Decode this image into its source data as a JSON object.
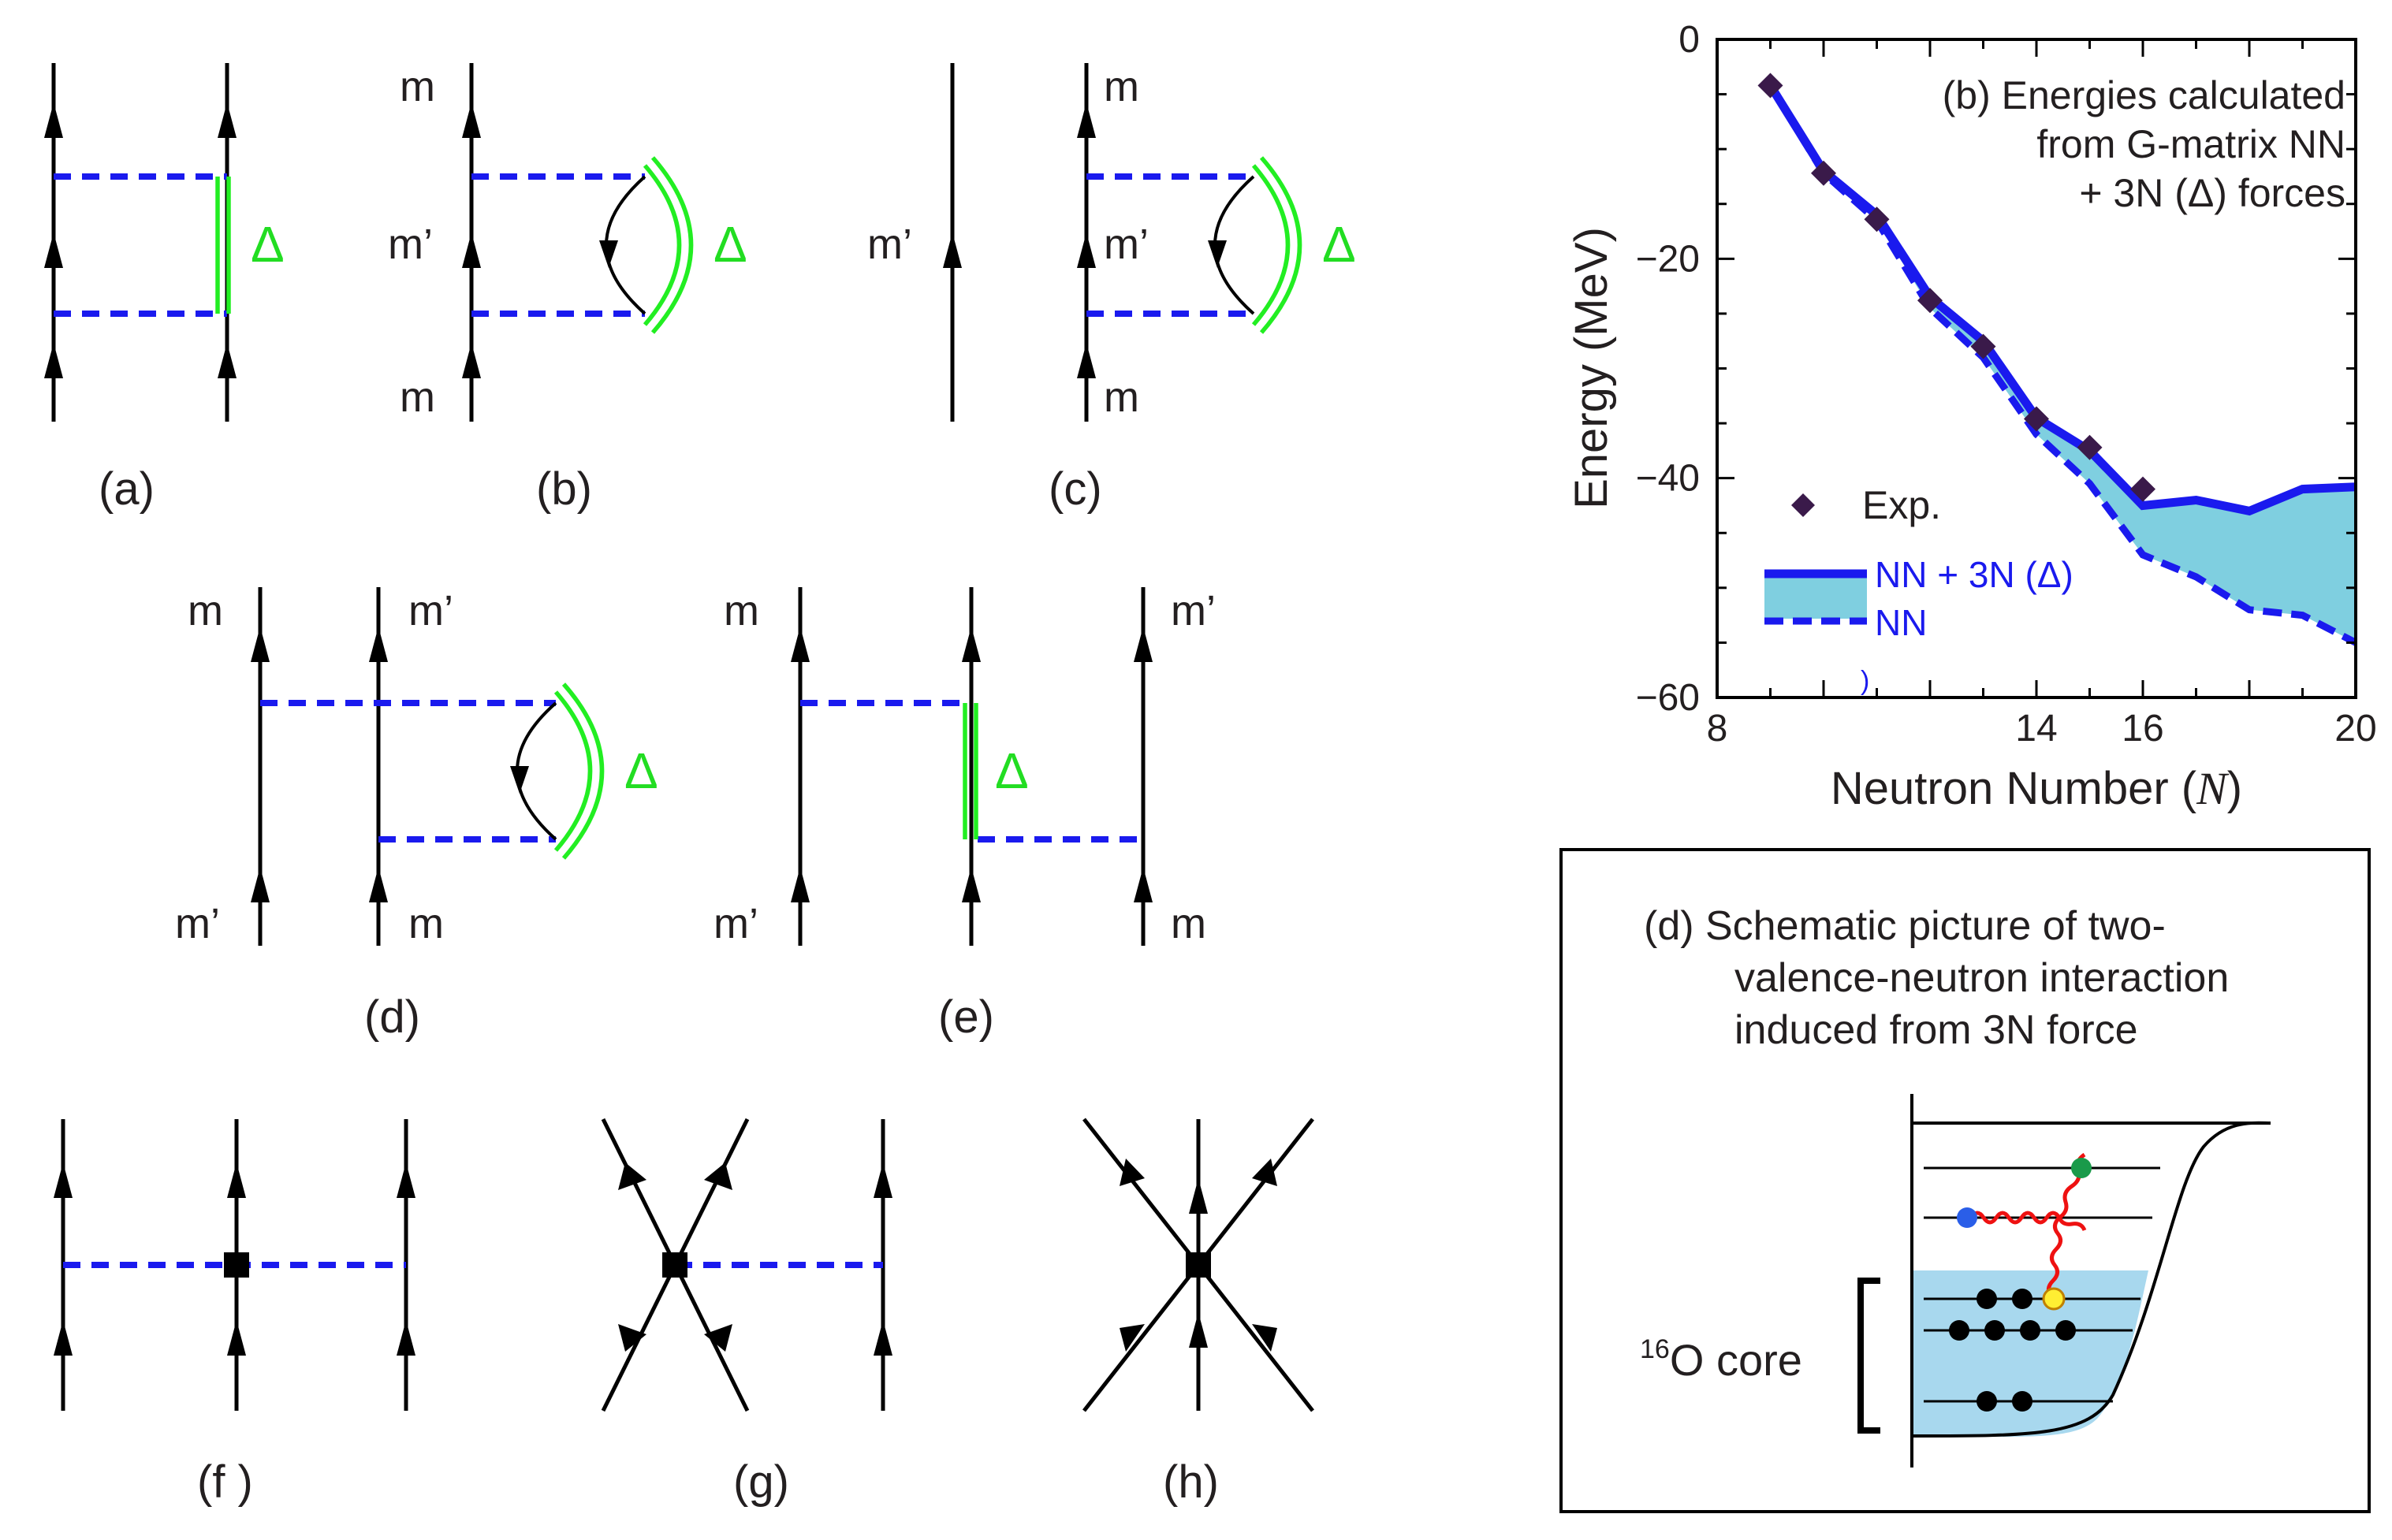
{
  "panels": {
    "a": {
      "caption": "(a)",
      "delta": "Δ"
    },
    "b": {
      "caption": "(b)",
      "delta": "Δ",
      "m_top": "m",
      "m_mid": "m’",
      "m_bot": "m"
    },
    "c": {
      "caption": "(c)",
      "delta": "Δ",
      "m_left": "m’",
      "m_top": "m",
      "m_mid": "m’",
      "m_bot": "m"
    },
    "d": {
      "caption": "(d)",
      "delta": "Δ",
      "m_tl": "m",
      "m_tr": "m’",
      "m_bl": "m’",
      "m_br": "m"
    },
    "e": {
      "caption": "(e)",
      "delta": "Δ",
      "m_tl": "m",
      "m_tr": "m’",
      "m_bl": "m’",
      "m_br": "m"
    },
    "f": {
      "caption": "(f )"
    },
    "g": {
      "caption": "(g)"
    },
    "h": {
      "caption": "(h)"
    }
  },
  "chart_data": {
    "type": "line",
    "annotation_line1": "(b) Energies calculated",
    "annotation_line2": "from G-matrix NN",
    "annotation_line3": "+ 3N (Δ) forces",
    "xlabel_text": "Neutron Number (",
    "xlabel_var": "N",
    "xlabel_close": ")",
    "ylabel": "Energy (MeV)",
    "xlim": [
      8,
      20
    ],
    "ylim": [
      -60,
      0
    ],
    "xticks": [
      8,
      14,
      16,
      20
    ],
    "yticks": [
      0,
      -20,
      -40,
      -60
    ],
    "legend": {
      "exp": "Exp.",
      "nn3n": "NN + 3N (Δ)",
      "nn": "NN",
      "stray": ")"
    },
    "colors": {
      "line": "#1a1aee",
      "fill": "#7fcfe0",
      "exp": "#3a1a4a"
    },
    "series": [
      {
        "name": "Exp.",
        "x": [
          9,
          10,
          11,
          12,
          13,
          14,
          15,
          16
        ],
        "y": [
          -4.2,
          -12.2,
          -16.4,
          -23.8,
          -28.0,
          -34.6,
          -37.2,
          -41.0
        ]
      },
      {
        "name": "NN + 3N (Δ)",
        "x": [
          9,
          10,
          11,
          12,
          13,
          14,
          15,
          16,
          17,
          18,
          19,
          20
        ],
        "y": [
          -4.2,
          -12.0,
          -16.0,
          -23.5,
          -27.5,
          -34.5,
          -37.5,
          -42.5,
          -42.0,
          -43.0,
          -41.0,
          -40.8
        ]
      },
      {
        "name": "NN",
        "x": [
          9,
          10,
          11,
          12,
          13,
          14,
          15,
          16,
          17,
          18,
          19,
          20
        ],
        "y": [
          -4.2,
          -12.2,
          -16.5,
          -24.5,
          -29.0,
          -36.0,
          -40.5,
          -47.0,
          -49.0,
          -52.0,
          -52.5,
          -55.0
        ]
      }
    ]
  },
  "panel_d": {
    "line1": "(d)  Schematic picture of two-",
    "line2": "valence-neutron interaction",
    "line3": "induced from 3N force",
    "core_sup": "16",
    "core_text": "O core",
    "colors": {
      "core_fill": "#a8d8ee",
      "wavy": "#ee1111",
      "valence_blue": "#2a5ee8",
      "valence_green": "#1a9a4a",
      "core_excited": "#ffee33"
    }
  }
}
